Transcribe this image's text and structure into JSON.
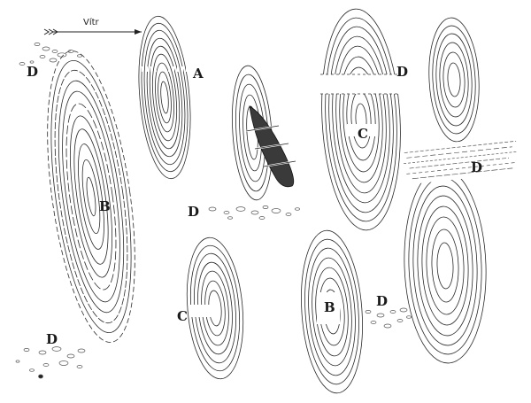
{
  "figure": {
    "wind_label": "Vítr",
    "labels": [
      {
        "id": "D-top-left",
        "text": "D"
      },
      {
        "id": "A",
        "text": "A"
      },
      {
        "id": "B-large",
        "text": "B"
      },
      {
        "id": "D-middle",
        "text": "D"
      },
      {
        "id": "C-bottom",
        "text": "C"
      },
      {
        "id": "D-bottom-left",
        "text": "D"
      },
      {
        "id": "D-top-right",
        "text": "D"
      },
      {
        "id": "C-right",
        "text": "C"
      },
      {
        "id": "D-band",
        "text": "D"
      },
      {
        "id": "B-bottom",
        "text": "B"
      },
      {
        "id": "D-bottom-right",
        "text": "D"
      }
    ]
  }
}
